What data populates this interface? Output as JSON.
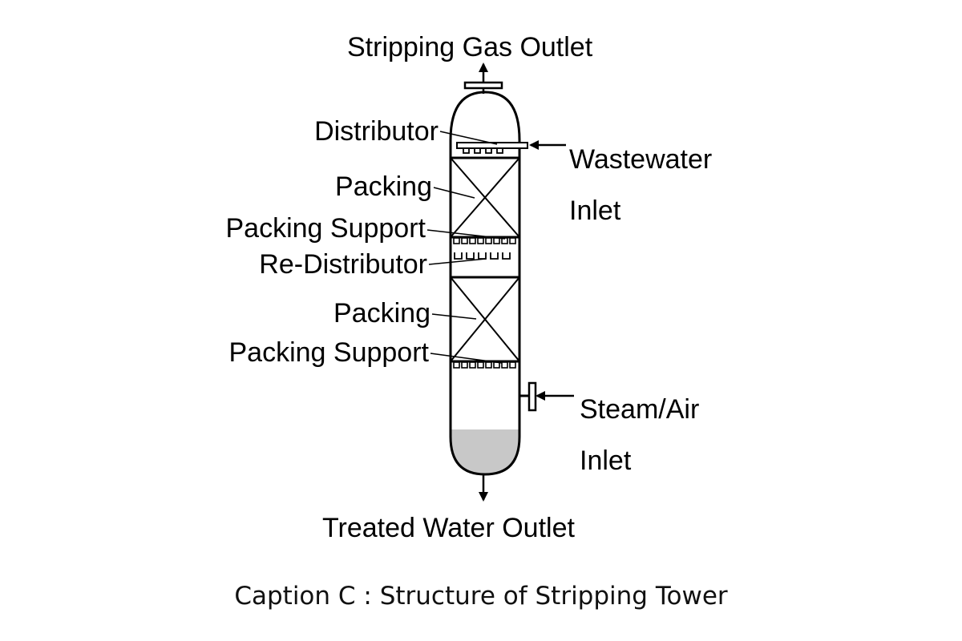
{
  "labels": {
    "top_outlet": "Stripping Gas Outlet",
    "distributor": "Distributor",
    "packing_upper": "Packing",
    "packing_support_upper": "Packing Support",
    "redistributor": "Re-Distributor",
    "packing_lower": "Packing",
    "packing_support_lower": "Packing Support",
    "wastewater_inlet_line1": "Wastewater",
    "wastewater_inlet_line2": "Inlet",
    "steam_inlet_line1": "Steam/Air",
    "steam_inlet_line2": "Inlet",
    "bottom_outlet": "Treated Water Outlet"
  },
  "caption": "Caption C : Structure of Stripping Tower",
  "colors": {
    "stroke": "#000000",
    "liquid": "#c8c8c8",
    "text": "#000000"
  }
}
